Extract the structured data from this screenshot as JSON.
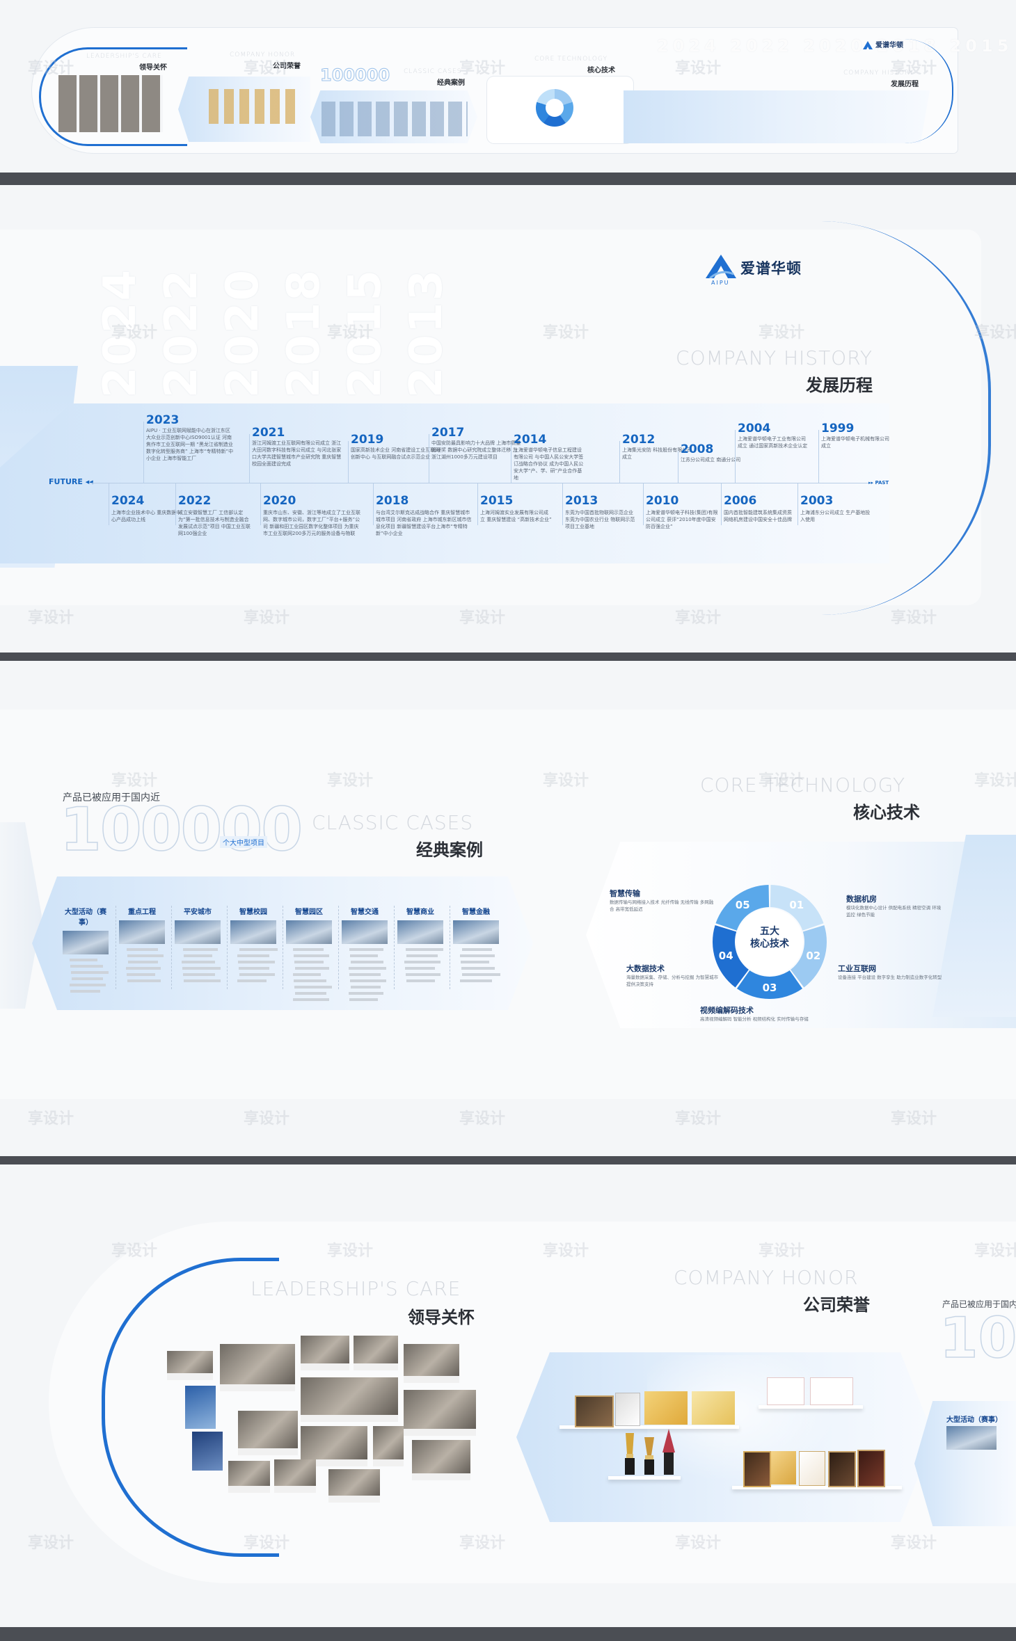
{
  "brand": {
    "name": "爱谱华顿",
    "sub": "AIPU",
    "color": "#1f6fd1"
  },
  "colors": {
    "accent": "#1f6fd1",
    "panel_light": "#e9f2fc",
    "divider": "#4b4e54",
    "year_blue": "#1565c0"
  },
  "watermark": "享设计",
  "overview": {
    "labels": {
      "leadership_en": "LEADERSHIP'S CARE",
      "leadership": "领导关怀",
      "honor_en": "COMPANY HONOR",
      "honor": "公司荣誉",
      "cases_en": "CLASSIC CASES",
      "cases": "经典案例",
      "tech_en": "CORE TECHNOLOGY",
      "tech": "核心技术",
      "history_en": "COMPANY HISTORY",
      "history": "发展历程",
      "brand": "爱谱华顿",
      "cases_big": "100000"
    }
  },
  "history": {
    "title_en": "COMPANY HISTORY",
    "title": "发展历程",
    "future": "FUTURE",
    "past": "PAST",
    "big_years": [
      "2024",
      "2022",
      "2020",
      "2018",
      "2015",
      "2013"
    ],
    "top": [
      {
        "year": "2023",
        "text": "AIPU · 工业互联网赋能中心在浙江东区 大众业示范创新中心ISO9001认证 河南焦作市工业互联网一期 “黑龙江省制造业数字化转型服务商” 上海市“专精特新”中小企业 上海市智能工厂"
      },
      {
        "year": "2021",
        "text": "浙江河姆渡工业互联网有限公司成立 浙江大田河数字科技有限公司成立 与河北张家口大学共建智慧城市产业研究院 重庆智慧校园全面建设完成"
      },
      {
        "year": "2019",
        "text": "国家高新技术企业 河南省建设工业互联网创新中心 与互联网融合试点示范企业"
      },
      {
        "year": "2017",
        "text": "中国安防最具影响力十大品牌 上海市质量管理奖 数据中心研究院成立整体迁移 为浙江湖州1000多万元建设项目"
      },
      {
        "year": "2014",
        "text": "上海爱谱华顿电子信息工程建设有限公司 与中国人民公安大学签订战略合作协议 成为中国人民公安大学“产、学、研”产业合作基地"
      },
      {
        "year": "2012",
        "text": "上海集光安防 科技股份有限公司成立"
      },
      {
        "year": "2008",
        "text": "江苏分公司成立 南通分公司"
      },
      {
        "year": "2004",
        "text": "上海爱谱华顿电子工业有限公司成立 通过国家高新技术企业认定"
      },
      {
        "year": "1999",
        "text": "上海爱谱华顿电子机械有限公司成立"
      }
    ],
    "bottom": [
      {
        "year": "2024",
        "text": "上海市企业技术中心 重庆数据中心产品成功上线"
      },
      {
        "year": "2022",
        "text": "成立安徽智慧工厂 工信部认定为“第一批信息技术与制造业融合发展试点示范”项目 中国工业互联网100强企业"
      },
      {
        "year": "2020",
        "text": "重庆市山东、安徽、浙江等地成立了工业互联网、数字城市公司，数字工厂“平台+服务”公司 新疆和田工业园区数字化整体项目 为重庆市工业互联网200多万元的服务设备与物联"
      },
      {
        "year": "2018",
        "text": "与台湾艾尔斯克达成战略合作 重庆智慧城市城市项目 河南省政府 上海市城东新区城市信息化项目 新疆智慧建设平台上海市“专精特新”中小企业"
      },
      {
        "year": "2015",
        "text": "上海河姆渡实业发展有限公司成立 重庆智慧建设 “高新技术企业”"
      },
      {
        "year": "2013",
        "text": "东莞为中国首批物联网示范企业 东莞为中国农业行业 物联网示范项目工业基地"
      },
      {
        "year": "2010",
        "text": "上海爱谱华顿电子科技(集团)有限公司成立 获评“2010年度中国安防百强企业”"
      },
      {
        "year": "2006",
        "text": "国内首批智能建筑系统集成资质 网络机房建设中国安全十佳品牌"
      },
      {
        "year": "2003",
        "text": "上海浦东分公司成立 生产基地投入使用"
      }
    ]
  },
  "cases": {
    "prefix": "产品已被应用于国内近",
    "big_number": "100000",
    "badge": "个大中型项目",
    "title_en": "CLASSIC CASES",
    "title": "经典案例",
    "columns": [
      "大型活动（赛事）",
      "重点工程",
      "平安城市",
      "智慧校园",
      "智慧园区",
      "智慧交通",
      "智慧商业",
      "智慧金融"
    ]
  },
  "tech": {
    "title_en": "CORE TECHNOLOGY",
    "title": "核心技术",
    "center": "五大核心技术",
    "center_line1": "五大",
    "center_line2": "核心技术",
    "segments": [
      "01",
      "02",
      "03",
      "04",
      "05"
    ],
    "items": [
      {
        "name": "智慧传输",
        "desc": "数据传输与网络接入技术 光纤传输 无线传输 多网融合 高带宽低延迟"
      },
      {
        "name": "数据机房",
        "desc": "模块化数据中心设计 供配电系统 精密空调 环境监控 绿色节能"
      },
      {
        "name": "大数据技术",
        "desc": "海量数据采集、存储、分析与挖掘 为智慧城市提供决策支持"
      },
      {
        "name": "工业互联网",
        "desc": "设备连接 平台建设 数字孪生 助力制造业数字化转型"
      },
      {
        "name": "视频编解码技术",
        "desc": "高清视频编解码 智能分析 视频结构化 实时传输与存储"
      }
    ]
  },
  "leadership": {
    "title_en": "LEADERSHIP'S CARE",
    "title": "领导关怀"
  },
  "honor": {
    "title_en": "COMPANY HONOR",
    "title": "公司荣誉",
    "peek_prefix": "产品已被应用于国内",
    "peek_label": "大型活动（赛事）"
  }
}
